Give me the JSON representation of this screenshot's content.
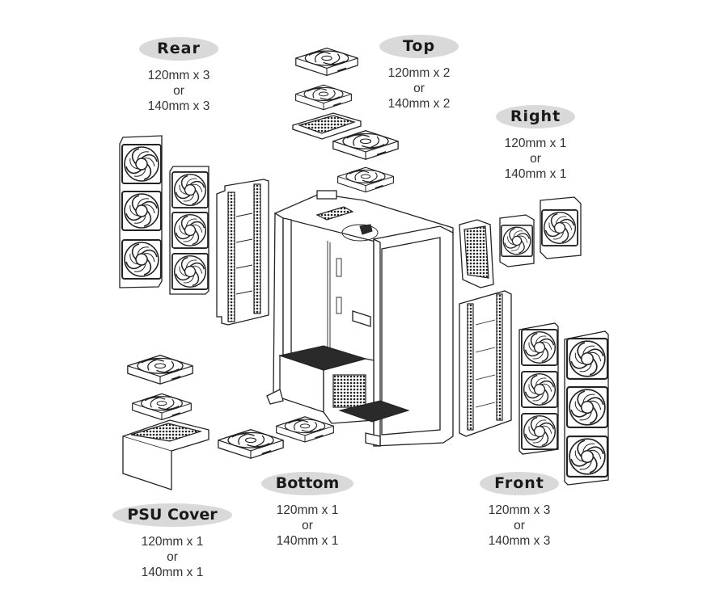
{
  "title": "Fan support layout",
  "labels": {
    "rear": {
      "name": "Rear",
      "line1": "120mm x 3",
      "line2": "or",
      "line3": "140mm x 3"
    },
    "top": {
      "name": "Top",
      "line1": "120mm x 2",
      "line2": "or",
      "line3": "140mm x 2"
    },
    "right": {
      "name": "Right",
      "line1": "120mm x 1",
      "line2": "or",
      "line3": "140mm x 1"
    },
    "psu": {
      "name": "PSU Cover",
      "line1": "120mm x 1",
      "line2": "or",
      "line3": "140mm x 1"
    },
    "bottom": {
      "name": "Bottom",
      "line1": "120mm x 1",
      "line2": "or",
      "line3": "140mm x 1"
    },
    "front": {
      "name": "Front",
      "line1": "120mm x 3",
      "line2": "or",
      "line3": "140mm x 3"
    }
  },
  "colors": {
    "pill": "#d9d9d9",
    "line": "#222222",
    "background": "#ffffff"
  }
}
